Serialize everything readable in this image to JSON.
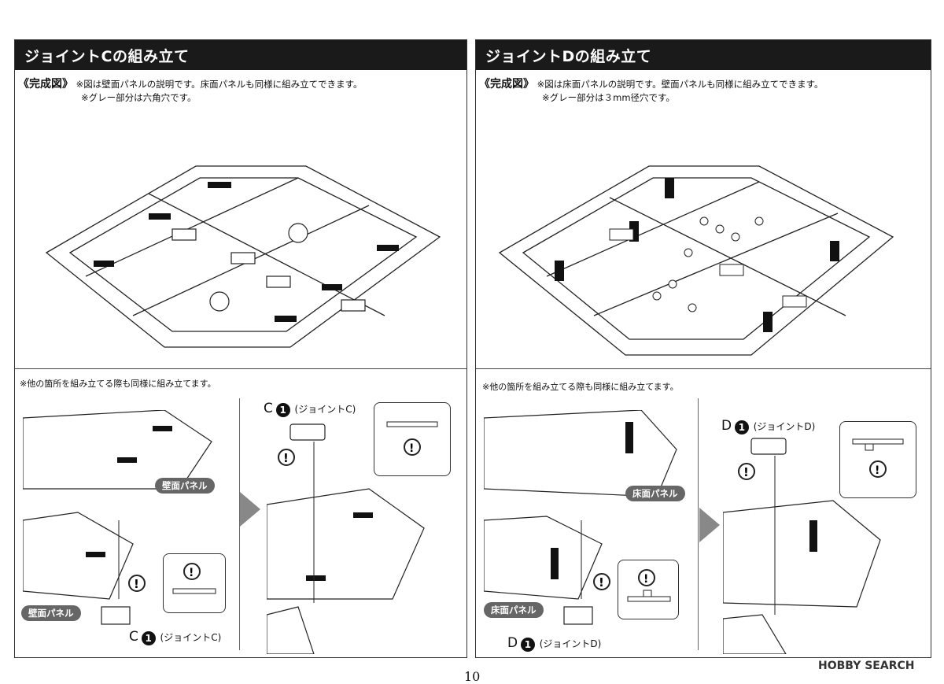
{
  "left": {
    "title": "ジョイントCの組み立て",
    "complete_label": "《完成図》",
    "note1": "※図は壁面パネルの説明です。床面パネルも同様に組み立てできます。",
    "note2": "※グレー部分は六角穴です。",
    "step_note": "※他の箇所を組み立てる際も同様に組み立てます。",
    "badge_upper": "壁面パネル",
    "badge_lower": "壁面パネル",
    "part_letter": "C",
    "part_num": "1",
    "part_name": "(ジョイントC)",
    "part_letter_bottom": "C",
    "part_num_bottom": "1",
    "part_name_bottom": "(ジョイントC)"
  },
  "right": {
    "title": "ジョイントDの組み立て",
    "complete_label": "《完成図》",
    "note1": "※図は床面パネルの説明です。壁面パネルも同様に組み立てできます。",
    "note2": "※グレー部分は３mm径穴です。",
    "step_note": "※他の箇所を組み立てる際も同様に組み立てます。",
    "badge_upper": "床面パネル",
    "badge_lower": "床面パネル",
    "part_letter": "D",
    "part_num": "1",
    "part_name": "(ジョイントD)",
    "part_letter_bottom": "D",
    "part_num_bottom": "1",
    "part_name_bottom": "(ジョイントD)"
  },
  "page_number": "10",
  "watermark": "HOBBY SEARCH",
  "colors": {
    "header_bg": "#1a1a1a",
    "badge_bg": "#666666",
    "arrow": "#888888"
  }
}
